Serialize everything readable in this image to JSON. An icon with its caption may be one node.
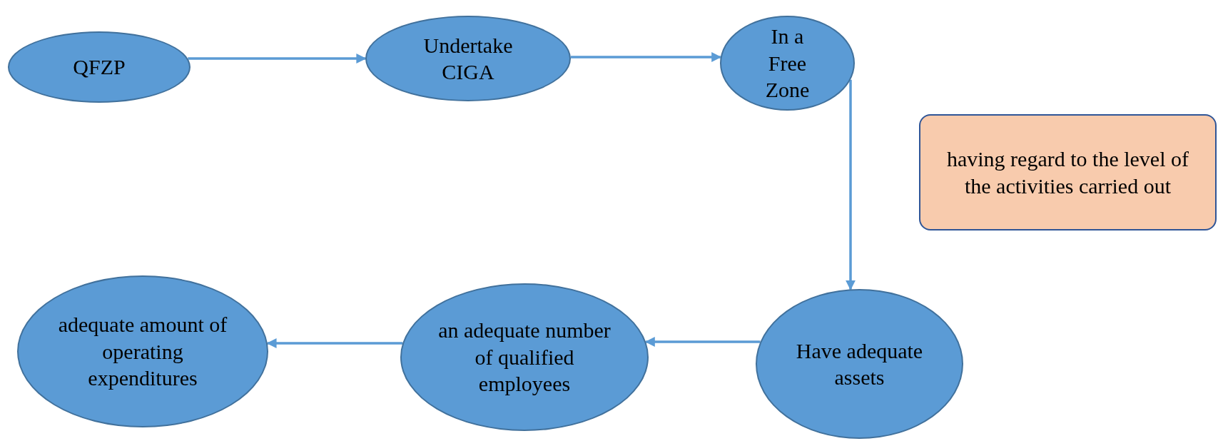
{
  "diagram": {
    "nodes": [
      {
        "text": [
          "QFZP"
        ]
      },
      {
        "text": [
          "Undertake CIGA"
        ]
      },
      {
        "text": [
          "In a Free Zone"
        ]
      },
      {
        "text": [
          "Have adequate assets"
        ]
      },
      {
        "text": [
          "an adequate number of qualified employees"
        ]
      },
      {
        "text": [
          "adequate amount of operating expenditures"
        ]
      },
      {
        "text": [
          "having regard to the level of the activities carried out"
        ]
      }
    ],
    "edges": [
      {
        "from": 0,
        "to": 1,
        "arrow": "to"
      },
      {
        "from": 1,
        "to": 2,
        "arrow": "to"
      },
      {
        "from": 2,
        "to": 3,
        "arrow": "to"
      },
      {
        "from": 3,
        "to": 4,
        "arrow": "to"
      },
      {
        "from": 4,
        "to": 5,
        "arrow": "to"
      }
    ]
  }
}
